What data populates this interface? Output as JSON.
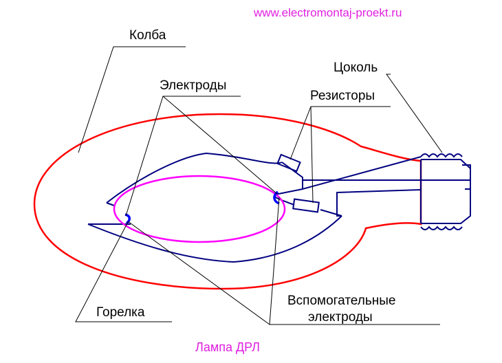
{
  "website": "www.electromontaj-proekt.ru",
  "caption": "Лампа ДРЛ",
  "labels": {
    "bulb": "Колба",
    "base": "Цоколь",
    "electrodes": "Электроды",
    "resistors": "Резисторы",
    "burner": "Горелка",
    "aux_electrodes_line1": "Вспомогательные",
    "aux_electrodes_line2": "электроды"
  },
  "colors": {
    "bulb": "#ff0000",
    "burner": "#ff00ff",
    "frame": "#000080",
    "electrode": "#0000ff",
    "text": "#000000",
    "accent_text": "#e020e0"
  }
}
